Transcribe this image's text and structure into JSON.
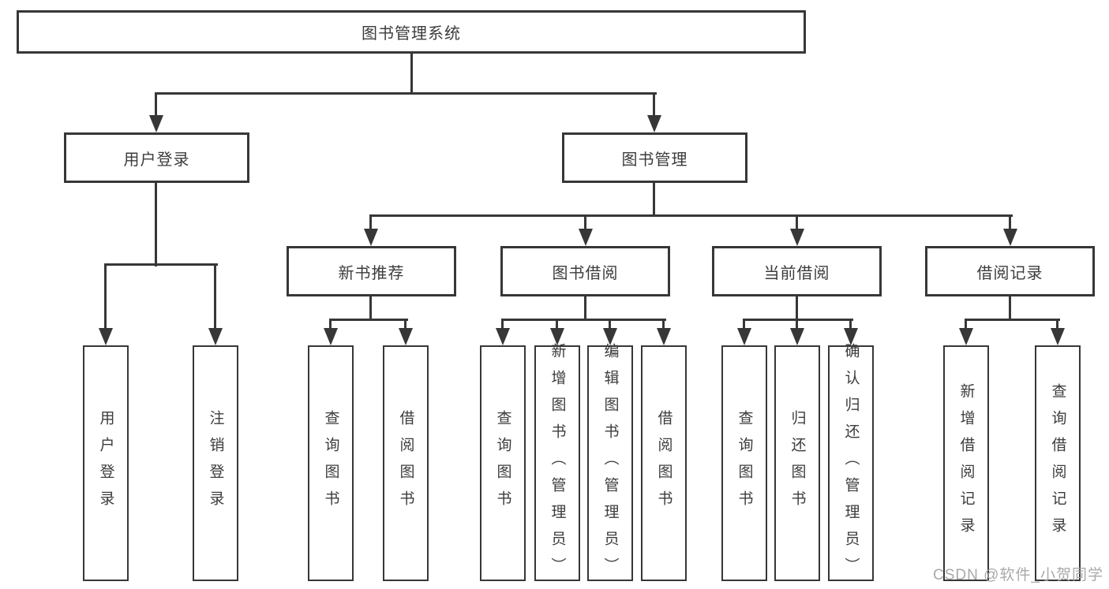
{
  "tree": {
    "label": "图书管理系统",
    "children": [
      {
        "label": "用户登录",
        "children": [
          {
            "label": "用户登录"
          },
          {
            "label": "注销登录"
          }
        ]
      },
      {
        "label": "图书管理",
        "children": [
          {
            "label": "新书推荐",
            "children": [
              {
                "label": "查询图书"
              },
              {
                "label": "借阅图书"
              }
            ]
          },
          {
            "label": "图书借阅",
            "children": [
              {
                "label": "查询图书"
              },
              {
                "label": "新增图书（管理员）"
              },
              {
                "label": "编辑图书（管理员）"
              },
              {
                "label": "借阅图书"
              }
            ]
          },
          {
            "label": "当前借阅",
            "children": [
              {
                "label": "查询图书"
              },
              {
                "label": "归还图书"
              },
              {
                "label": "确认归还（管理员）"
              }
            ]
          },
          {
            "label": "借阅记录",
            "children": [
              {
                "label": "新增借阅记录"
              },
              {
                "label": "查询借阅记录"
              }
            ]
          }
        ]
      }
    ]
  },
  "watermark": {
    "text": "CSDN @软件_小贺同学",
    "color": "#a2a2a2"
  },
  "colors": {
    "line": "#373737",
    "background": "#ffffff"
  }
}
